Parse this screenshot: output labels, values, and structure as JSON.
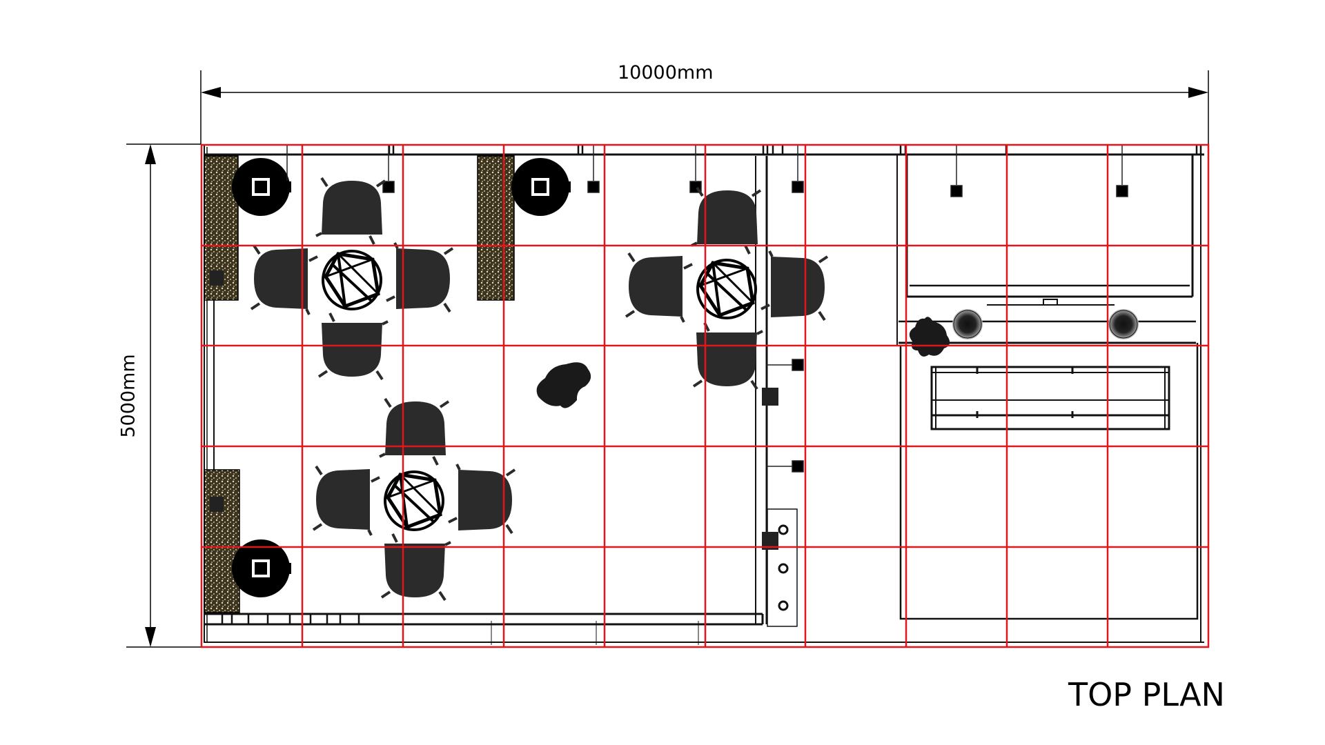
{
  "drawing": {
    "title": "TOP PLAN",
    "width_dimension": "10000mm",
    "depth_dimension": "5000mm"
  },
  "grid": {
    "columns": 10,
    "rows": 5,
    "color": "#e3141b"
  },
  "colors": {
    "line": "#111111",
    "furniture": "#2b2b2b",
    "planter": "#4a3f22",
    "grid": "#e3141b"
  },
  "furniture": {
    "lounge_groups": 3,
    "chairs_per_group": 4,
    "side_tables": 3,
    "planters": 3,
    "plants": 2,
    "speakers": 2,
    "sofa": 1,
    "pendant_lights": 10
  }
}
